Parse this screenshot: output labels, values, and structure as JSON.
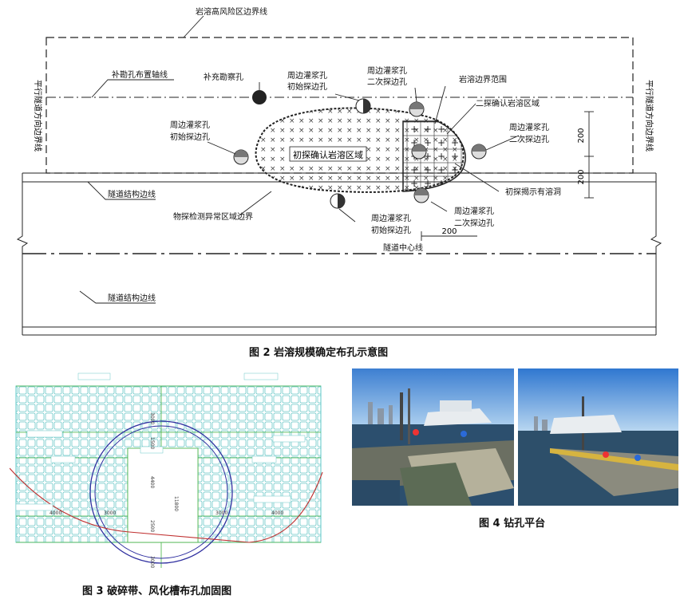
{
  "figure2": {
    "caption": "图 2  岩溶规模确定布孔示意图",
    "labels": {
      "high_risk_boundary": "岩溶高风险区边界线",
      "supplement_axis": "补勘孔布置轴线",
      "supplement_hole": "补充勘察孔",
      "peri_grout_initial_top": "周边灌浆孔",
      "peri_grout_initial_top_b": "初始探边孔",
      "peri_grout_second_top": "周边灌浆孔",
      "peri_grout_second_top_b": "二次探边孔",
      "karst_boundary_range": "岩溶边界范围",
      "second_confirm_zone": "二探确认岩溶区域",
      "peri_grout_left": "周边灌浆孔",
      "peri_grout_left_b": "初始探边孔",
      "peri_grout_right": "周边灌浆孔",
      "peri_grout_right_b": "二次探边孔",
      "first_confirm_zone": "初探确认岩溶区域",
      "dim_200_v1": "200",
      "dim_200_v2": "200",
      "first_reveal_cave": "初探揭示有溶洞",
      "tunnel_structure_line_top": "隧道结构边线",
      "geophysics_boundary": "物探检测异常区域边界",
      "peri_grout_bottom_right": "周边灌浆孔",
      "peri_grout_bottom_right_b": "二次探边孔",
      "peri_grout_bottom": "周边灌浆孔",
      "peri_grout_bottom_b": "初始探边孔",
      "dim_200_h": "200",
      "tunnel_center_line": "隧道中心线",
      "tunnel_structure_line_bottom": "隧道结构边线",
      "parallel_left": "平行隧道方向边界线",
      "parallel_right": "平行隧道方向边界线"
    }
  },
  "figure3": {
    "caption": "图 3  破碎带、风化槽布孔加固图",
    "dims": {
      "d3000_top": "3000",
      "d1500": "1500",
      "d4400": "4400",
      "d2500": "2500",
      "d11800": "11800",
      "d3000_bottom": "3000",
      "d4000_left": "4000",
      "d3000_left": "3000",
      "d3000_right": "3000",
      "d4000_right": "4000"
    }
  },
  "figure4": {
    "caption": "图 4  钻孔平台"
  },
  "colors": {
    "grid": "#5ec8c8",
    "circle": "#3030a0",
    "curve": "#c03030",
    "axis": "#40b040"
  }
}
